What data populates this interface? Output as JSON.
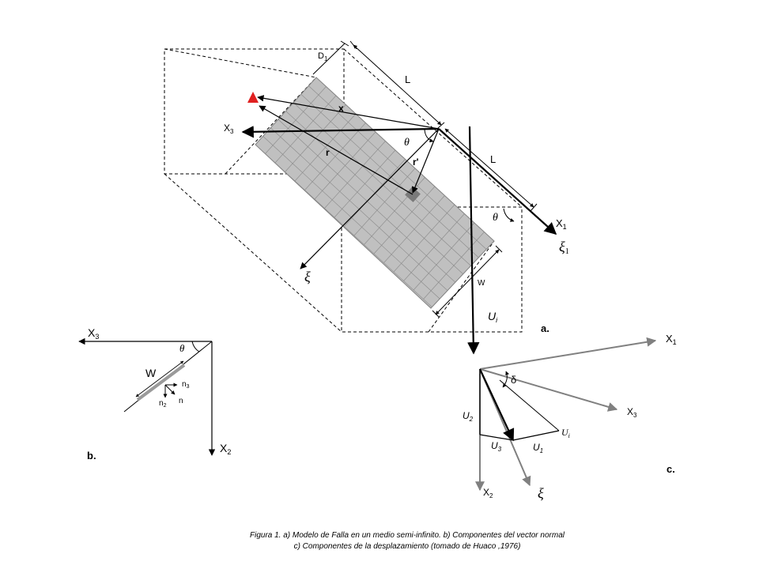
{
  "panel_a": {
    "label": "a.",
    "D1": "D",
    "D1_sub": "1",
    "L_top": "L",
    "L_mid": "L",
    "x": "x",
    "X3": "X",
    "X3_sub": "3",
    "theta_1": "θ",
    "theta_2": "θ",
    "r": "r",
    "r_prime": "r'",
    "X1": "X",
    "X1_sub": "1",
    "xi_1": "ξ",
    "xi_1_sub": "1",
    "xi": "ξ",
    "W": "W",
    "Ui": "U",
    "Ui_sub": "i"
  },
  "panel_b": {
    "label": "b.",
    "X3": "X",
    "X3_sub": "3",
    "theta": "θ",
    "W": "W",
    "n3": "n",
    "n3_sub": "3",
    "n2": "n",
    "n2_sub": "2",
    "n": "n",
    "X2": "X",
    "X2_sub": "2"
  },
  "panel_c": {
    "label": "c.",
    "X1": "X",
    "X1_sub": "1",
    "delta": "δ",
    "X3": "X",
    "X3_sub": "3",
    "U2": "U",
    "U2_sub": "2",
    "Ui": "U",
    "Ui_sub": "i",
    "U3": "U",
    "U3_sub": "3",
    "U1": "U",
    "U1_sub": "1",
    "X2": "X",
    "X2_sub": "2",
    "xi": "ξ"
  },
  "caption": {
    "line1": "Figura 1.  a) Modelo de Falla en un medio semi-infinito.  b) Componentes del vector normal",
    "line2": "c)  Componentes de la desplazamiento  (tomado de Huaco ,1976)"
  },
  "colors": {
    "fault_fill": "#c0c0c0",
    "grid_line": "#888888",
    "patch": "#7a7a7a",
    "station": "#e02020",
    "grey_arrow": "#808080"
  }
}
